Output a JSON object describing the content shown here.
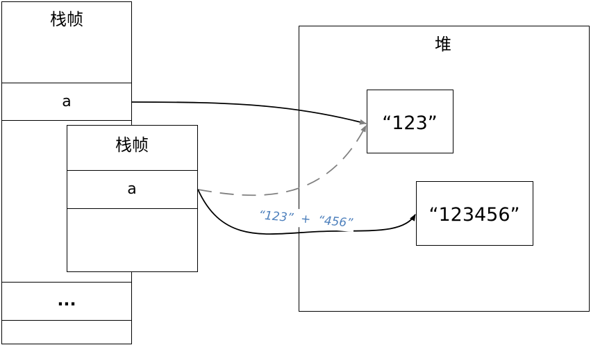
{
  "stack": {
    "outer_frame_title": "栈帧",
    "outer_var": "a",
    "inner_frame_title": "栈帧",
    "inner_var": "a",
    "ellipsis": "..."
  },
  "heap": {
    "title": "堆",
    "obj1": "“123”",
    "obj2": "“123456”"
  },
  "edge_label": "“123”  +  “456”",
  "colors": {
    "line": "#000000",
    "dashed": "#808080",
    "label": "#4f81bd"
  }
}
